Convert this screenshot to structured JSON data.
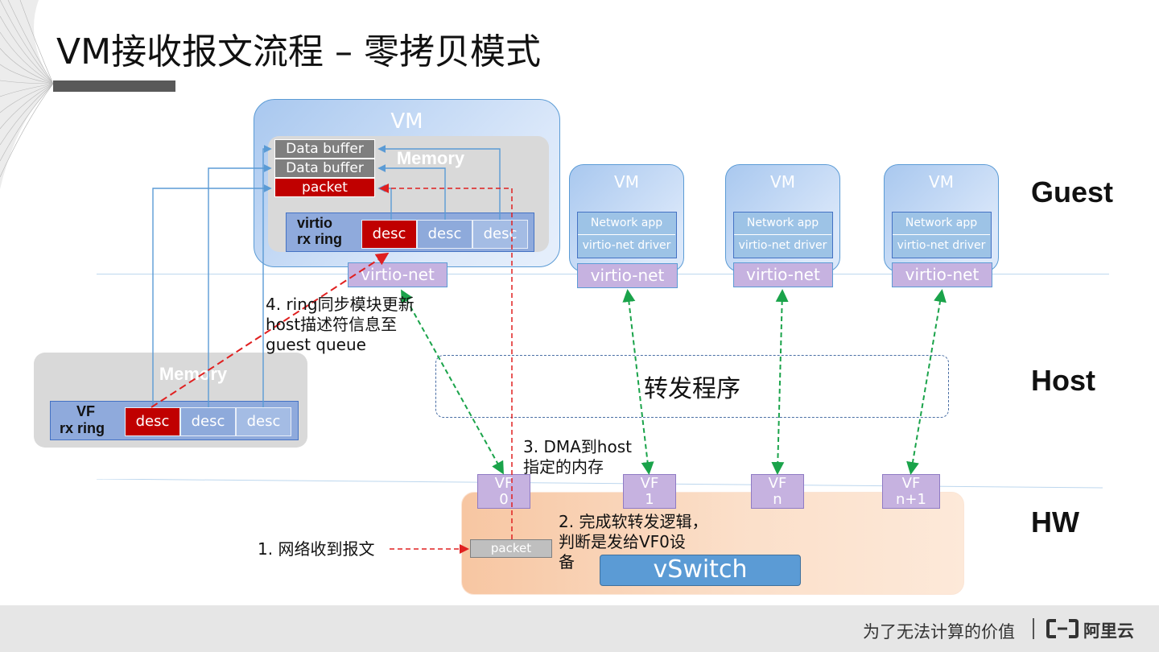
{
  "title": "VM接收报文流程 – 零拷贝模式",
  "zones": {
    "guest": "Guest",
    "host": "Host",
    "hw": "HW"
  },
  "vm_main": {
    "label": "VM",
    "memory_label": "Memory",
    "buffers": [
      "Data buffer",
      "Data buffer",
      "packet"
    ],
    "ring_label_line1": "virtio",
    "ring_label_line2": "rx ring",
    "descs": [
      "desc",
      "desc",
      "desc"
    ],
    "virtio_net": "virtio-net"
  },
  "vms": [
    {
      "label": "VM",
      "app": "Network app",
      "driver": "virtio-net driver",
      "virtio_net": "virtio-net"
    },
    {
      "label": "VM",
      "app": "Network app",
      "driver": "virtio-net driver",
      "virtio_net": "virtio-net"
    },
    {
      "label": "VM",
      "app": "Network app",
      "driver": "virtio-net driver",
      "virtio_net": "virtio-net"
    }
  ],
  "host_memory": {
    "label": "Memory",
    "ring_label_line1": "VF",
    "ring_label_line2": "rx ring",
    "descs": [
      "desc",
      "desc",
      "desc"
    ]
  },
  "forwarder": "转发程序",
  "vfs": [
    {
      "line1": "VF",
      "line2": "0"
    },
    {
      "line1": "VF",
      "line2": "1"
    },
    {
      "line1": "VF",
      "line2": "n"
    },
    {
      "line1": "VF",
      "line2": "n+1"
    }
  ],
  "hw": {
    "packet": "packet",
    "vswitch": "vSwitch"
  },
  "notes": {
    "step1": "1. 网络收到报文",
    "step2_line1": "2. 完成软转发逻辑，",
    "step2_line2": "判断是发给VF0设",
    "step2_line3": "备",
    "step3_line1": "3. DMA到host",
    "step3_line2": "指定的内存",
    "step4_line1": "4. ring同步模块更新",
    "step4_line2": "host描述符信息至",
    "step4_line3": "guest queue"
  },
  "footer": {
    "slogan": "为了无法计算的价值",
    "brand": "阿里云"
  },
  "colors": {
    "arrow_red": "#e02020",
    "arrow_green": "#1aa34a",
    "line_blue": "#5b9bd5"
  }
}
